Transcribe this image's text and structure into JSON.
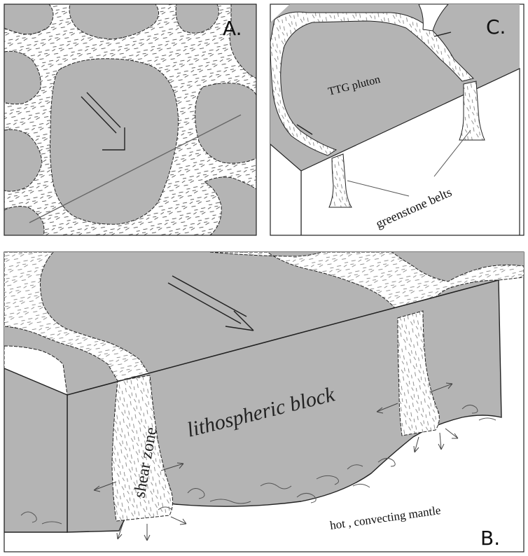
{
  "panels": {
    "a": {
      "label": "A."
    },
    "b": {
      "label": "B."
    },
    "c": {
      "label": "C."
    }
  },
  "labels": {
    "ttg_pluton": "TTG pluton",
    "greenstone_belts": "greenstone belts",
    "lithospheric_block": "lithospheric block",
    "shear_zone": "shear zone",
    "mantle": "hot , convecting mantle"
  },
  "colors": {
    "block_fill": "#b4b4b4",
    "belt_fill": "#ffffff",
    "outline": "#222222",
    "section_line": "#666666"
  }
}
